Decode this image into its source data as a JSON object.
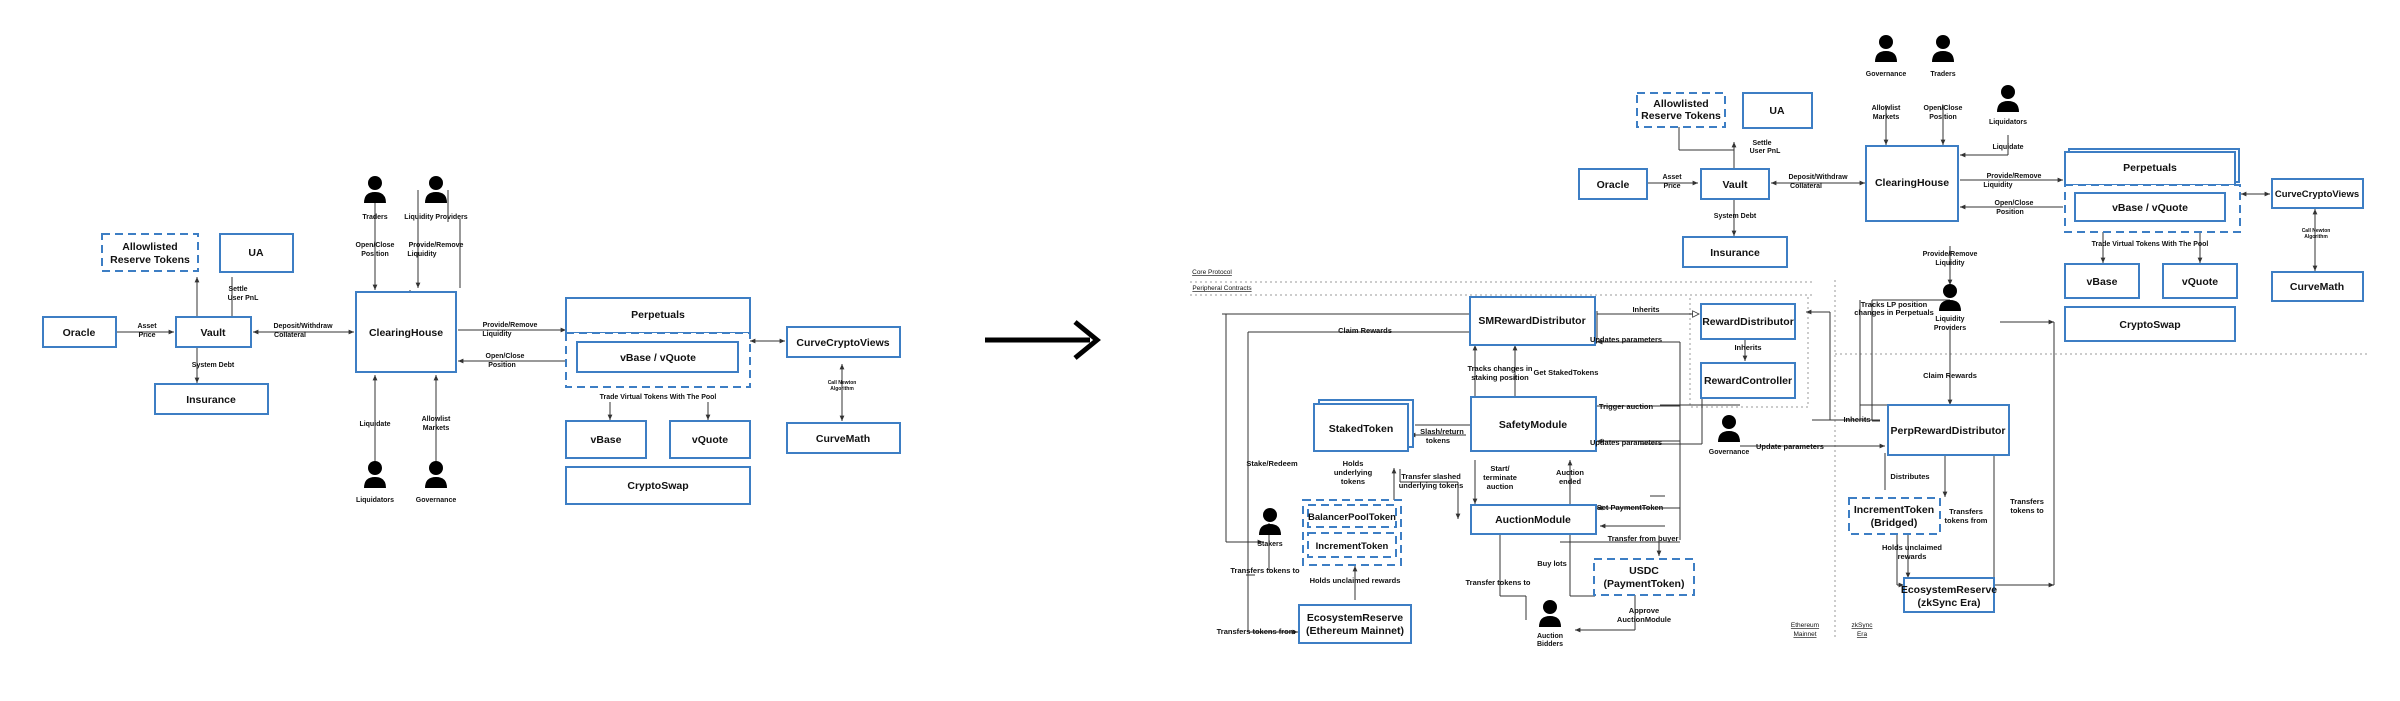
{
  "boxes": {
    "oracle": "Oracle",
    "vault": "Vault",
    "ua": "UA",
    "reserve_tokens_1": "Allowlisted",
    "reserve_tokens_2": "Reserve Tokens",
    "insurance": "Insurance",
    "clearinghouse": "ClearingHouse",
    "perpetuals": "Perpetuals",
    "vbase_vquote": "vBase / vQuote",
    "vbase": "vBase",
    "vquote": "vQuote",
    "cryptoswap": "CryptoSwap",
    "curvecryptoviews": "CurveCryptoViews",
    "curvemath": "CurveMath",
    "smrewarddistributor": "SMRewardDistributor",
    "rewarddistributor": "RewardDistributor",
    "rewardcontroller": "RewardController",
    "stakedtoken": "StakedToken",
    "safetymodule": "SafetyModule",
    "balancerpooltoken": "BalancerPoolToken",
    "incrementtoken": "IncrementToken",
    "auctionmodule": "AuctionModule",
    "usdc_1": "USDC",
    "usdc_2": "(PaymentToken)",
    "ecosystem_eth_1": "EcosystemReserve",
    "ecosystem_eth_2": "(Ethereum Mainnet)",
    "perprewarddistributor": "PerpRewardDistributor",
    "incrementtoken_bridged_1": "IncrementToken",
    "incrementtoken_bridged_2": "(Bridged)",
    "ecosystem_zk_1": "EcosystemReserve",
    "ecosystem_zk_2": "(zkSync Era)"
  },
  "actors": {
    "traders": "Traders",
    "liquidity_providers": "Liquidity Providers",
    "liquidators": "Liquidators",
    "governance": "Governance",
    "stakers": "Stakers",
    "auction_bidders_1": "Auction",
    "auction_bidders_2": "Bidders",
    "liquidity_providers_1": "Liquidity",
    "liquidity_providers_2": "Providers"
  },
  "edges": {
    "asset_price_1": "Asset",
    "asset_price_2": "Price",
    "deposit_1": "Deposit/Withdraw",
    "deposit_2": "Collateral",
    "settle_1": "Settle",
    "settle_2": "User PnL",
    "system_debt": "System Debt",
    "open_close_1": "Open/Close",
    "open_close_2": "Position",
    "provide_remove_1": "Provide/Remove",
    "provide_remove_2": "Liquidity",
    "liquidate": "Liquidate",
    "allowlist_1": "Allowlist",
    "allowlist_2": "Markets",
    "trade_virtual": "Trade Virtual Tokens With The Pool",
    "call_newton_1": "Call Newton",
    "call_newton_2": "Algorithm",
    "inherits": "Inherits",
    "claim_rewards": "Claim Rewards",
    "updates_parameters": "Updates parameters",
    "tracks_staking_1": "Tracks changes in",
    "tracks_staking_2": "staking position",
    "get_staked_tokens": "Get StakedTokens",
    "trigger_auction": "Trigger auction",
    "slash_return_1": "Slash/return",
    "slash_return_2": "tokens",
    "stake_redeem": "Stake/Redeem",
    "holds_underlying_1": "Holds",
    "holds_underlying_2": "underlying",
    "holds_underlying_3": "tokens",
    "transfer_slashed_1": "Transfer slashed",
    "transfer_slashed_2": "underlying tokens",
    "start_terminate_1": "Start/",
    "start_terminate_2": "terminate",
    "start_terminate_3": "auction",
    "auction_ended_1": "Auction",
    "auction_ended_2": "ended",
    "set_payment_token": "Set PaymentToken",
    "transfer_from_buyer": "Transfer from buyer",
    "buy_lots": "Buy lots",
    "transfer_tokens_to": "Transfer tokens to",
    "approve_1": "Approve",
    "approve_2": "AuctionModule",
    "holds_unclaimed": "Holds unclaimed rewards",
    "transfers_tokens_to": "Transfers tokens to",
    "transfers_tokens_from": "Transfers tokens from",
    "update_parameters": "Update parameters",
    "tracks_lp_1": "Tracks LP position",
    "tracks_lp_2": "changes in Perpetuals",
    "distributes": "Distributes",
    "holds_unclaimed_1": "Holds unclaimed",
    "holds_unclaimed_2": "rewards",
    "transfers_from_1": "Transfers",
    "transfers_from_2": "tokens from",
    "transfers_to_1": "Transfers",
    "transfers_to_2": "tokens to"
  },
  "sections": {
    "core_protocol": "Core Protocol",
    "peripheral_contracts": "Peripheral Contracts",
    "ethereum_1": "Ethereum",
    "ethereum_2": "Mainnet",
    "zksync_1": "zkSync",
    "zksync_2": "Era"
  }
}
